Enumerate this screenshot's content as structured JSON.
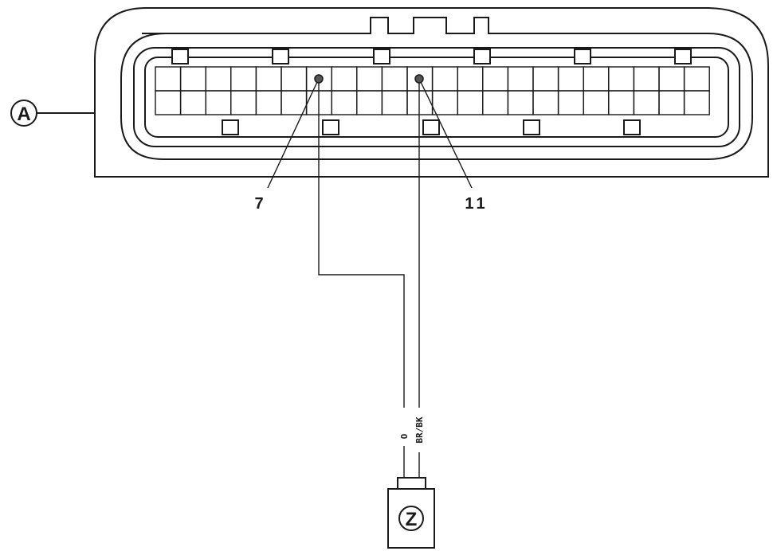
{
  "connector_callout": "A",
  "component_callout": "Z",
  "pins": [
    {
      "label": "7"
    },
    {
      "label": "11"
    }
  ],
  "wires": [
    {
      "label": "O"
    },
    {
      "label": "BR/BK"
    }
  ],
  "colors": {
    "line": "#1a1a1a",
    "background": "#ffffff"
  }
}
